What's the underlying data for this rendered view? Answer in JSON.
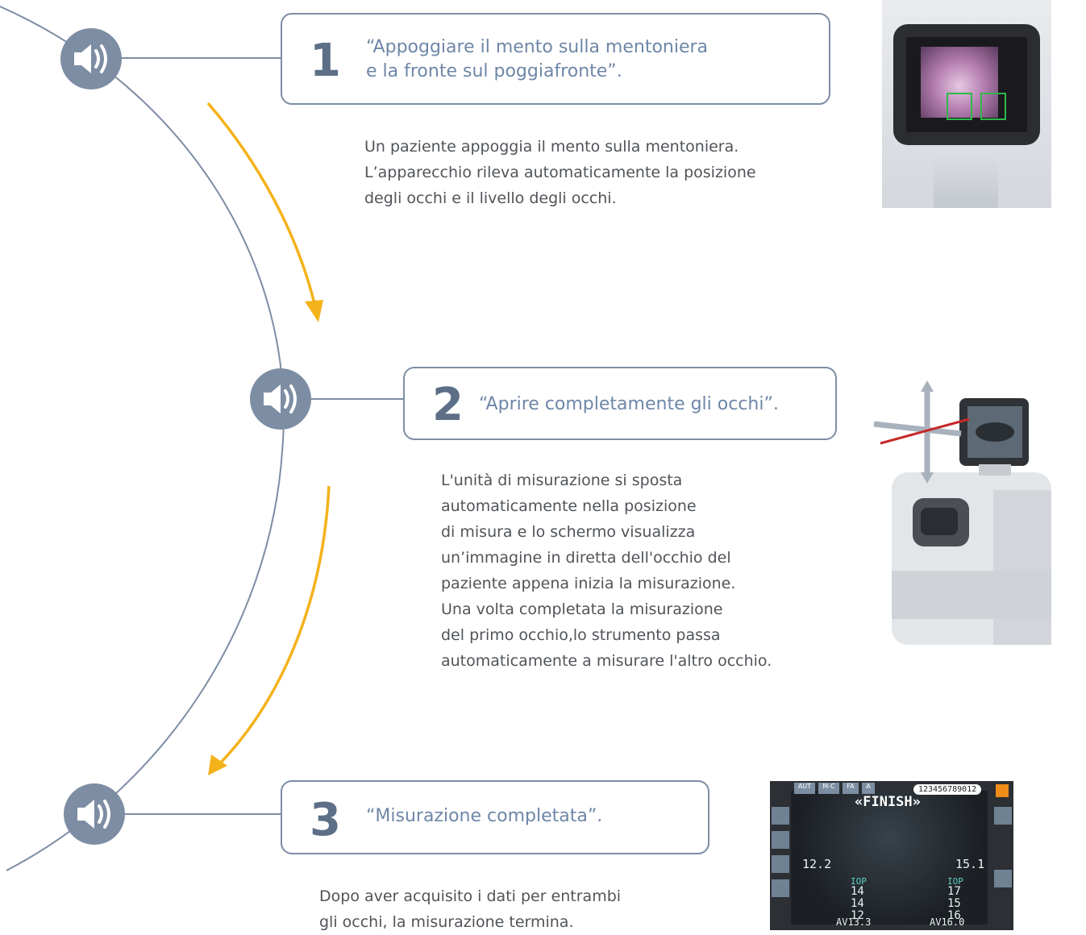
{
  "steps": [
    {
      "number": "1",
      "quote": "“Appoggiare il mento sulla mentoniera\ne la fronte sul poggiafronte”.",
      "description": "Un paziente appoggia il mento sulla mentoniera.\nL’apparecchio rileva automaticamente la posizione\ndegli occhi e il livello degli occhi."
    },
    {
      "number": "2",
      "quote": "“Aprire completamente gli occhi”.",
      "description": "L'unità di misurazione si sposta\nautomaticamente nella posizione\ndi misura e lo schermo visualizza\nun’immagine in diretta dell'occhio del\npaziente appena inizia la misurazione.\nUna volta completata la misurazione\ndel primo occhio,lo strumento passa\nautomaticamente a misurare l'altro occhio."
    },
    {
      "number": "3",
      "quote": "“Misurazione completata”.",
      "description": "Dopo aver acquisito i dati per entrambi\ngli occhi, la misurazione termina."
    }
  ],
  "screen3": {
    "id": "123456789012",
    "finish": "«FINISH»",
    "left_top": "12.2",
    "right_top": "15.1",
    "left_col": "14\n14\n12",
    "right_col": "17\n15\n16",
    "left_av": "AV13.3",
    "right_av": "AV16.0",
    "tabs": [
      "AUT",
      "M-C",
      "FA",
      "A"
    ],
    "lbl_iop": "IOP"
  },
  "colors": {
    "accent": "#7d8da3",
    "arrow": "#f4b21a",
    "quote": "#6e86a7",
    "text": "#505458"
  },
  "icons": [
    "speaker-icon",
    "speaker-icon",
    "speaker-icon"
  ]
}
